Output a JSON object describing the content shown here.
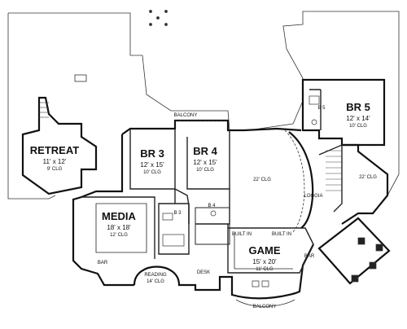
{
  "plan": {
    "rooms": {
      "retreat": {
        "name": "RETREAT",
        "size": "11' x 12'",
        "ceiling": "9' CLG"
      },
      "br3": {
        "name": "BR 3",
        "size": "12' x 15'",
        "ceiling": "10' CLG"
      },
      "br4": {
        "name": "BR 4",
        "size": "12' x 15'",
        "ceiling": "10' CLG"
      },
      "br5": {
        "name": "BR 5",
        "size": "12' x 14'",
        "ceiling": "10' CLG"
      },
      "media": {
        "name": "MEDIA",
        "size": "18' x 18'",
        "ceiling": "12' CLG"
      },
      "game": {
        "name": "GAME",
        "size": "15' x 20'",
        "ceiling": "11' CLG"
      },
      "reading": {
        "name": "READING",
        "ceiling": "14' CLG"
      }
    },
    "labels": {
      "balcony_top": "BALCONY",
      "balcony_bottom": "BALCONY",
      "open_clg_center": "22' CLG",
      "open_clg_right": "22' CLG",
      "loggia": "LOGGIA",
      "b3": "B 3",
      "b4": "B 4",
      "b5": "B 5",
      "built_in_left": "BUILT IN",
      "built_in_right": "BUILT IN",
      "bar_left": "BAR",
      "bar_right": "BAR",
      "desk": "DESK"
    }
  }
}
